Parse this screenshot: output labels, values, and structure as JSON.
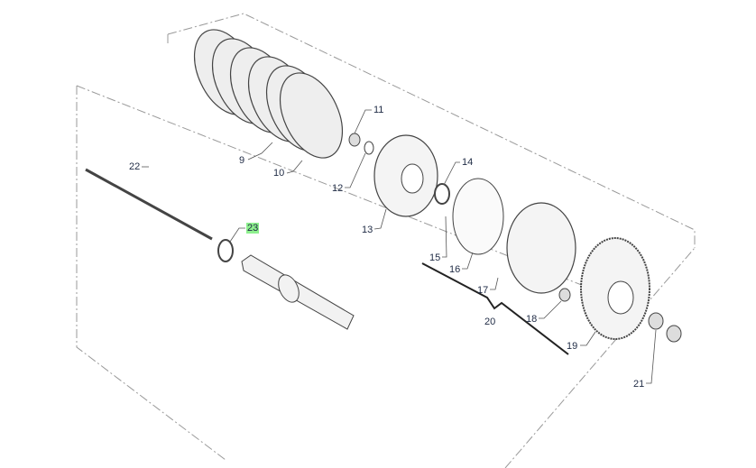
{
  "diagram": {
    "labels": {
      "l9": "9",
      "l10": "10",
      "l11": "11",
      "l12": "12",
      "l13": "13",
      "l14": "14",
      "l15": "15",
      "l16": "16",
      "l17": "17",
      "l18": "18",
      "l19": "19",
      "l20": "20",
      "l21": "21",
      "l22": "22",
      "l23": "23"
    },
    "highlighted_label": "23",
    "colors": {
      "label": "#1e2a44",
      "highlight": "#8ef08e",
      "line": "#555555"
    }
  }
}
